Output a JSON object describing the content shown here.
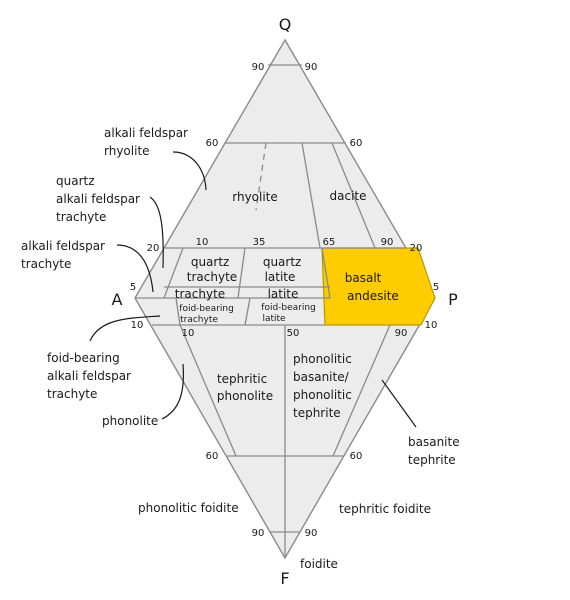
{
  "vertices": {
    "q": "Q",
    "a": "A",
    "p": "P",
    "f": "F"
  },
  "ticks": {
    "q90_left": "90",
    "q90_right": "90",
    "q60_left": "60",
    "q60_right": "60",
    "q20_left": "20",
    "q20_right": "20",
    "upper_10": "10",
    "upper_35": "35",
    "upper_65": "65",
    "upper_90": "90",
    "q5_left": "5",
    "q5_right": "5",
    "f10_left": "10",
    "f10_right": "10",
    "lower_10": "10",
    "lower_50": "50",
    "lower_90": "90",
    "f60_left": "60",
    "f60_right": "60",
    "f90_left": "90",
    "f90_right": "90"
  },
  "fields": {
    "rhyolite": "rhyolite",
    "dacite": "dacite",
    "quartz_trachyte": [
      "quartz",
      "trachyte"
    ],
    "quartz_latite": [
      "quartz",
      "latite"
    ],
    "basalt_andesite": [
      "basalt",
      "andesite"
    ],
    "trachyte": "trachyte",
    "latite": "latite",
    "foid_bearing_trachyte": [
      "foid-bearing",
      "trachyte"
    ],
    "foid_bearing_latite": [
      "foid-bearing",
      "latite"
    ],
    "tephritic_phonolite": [
      "tephritic",
      "phonolite"
    ],
    "phonolitic_basanite": [
      "phonolitic",
      "basanite/",
      "phonolitic",
      "tephrite"
    ]
  },
  "outside": {
    "alkali_feldspar_rhyolite": [
      "alkali feldspar",
      "rhyolite"
    ],
    "quartz_alkali_feldspar_trachyte": [
      "quartz",
      "alkali feldspar",
      "trachyte"
    ],
    "alkali_feldspar_trachyte": [
      "alkali feldspar",
      "trachyte"
    ],
    "foid_bearing_alkali_feldspar_trachyte": [
      "foid-bearing",
      "alkali feldspar",
      "trachyte"
    ],
    "phonolite": "phonolite",
    "basanite_tephrite": [
      "basanite",
      "tephrite"
    ],
    "phonolitic_foidite": "phonolitic foidite",
    "tephritic_foidite": "tephritic foidite",
    "foidite": "foidite"
  },
  "colors": {
    "field_fill": "#ececec",
    "boundary": "#8a8a8a",
    "highlight": "#ffcc00"
  }
}
